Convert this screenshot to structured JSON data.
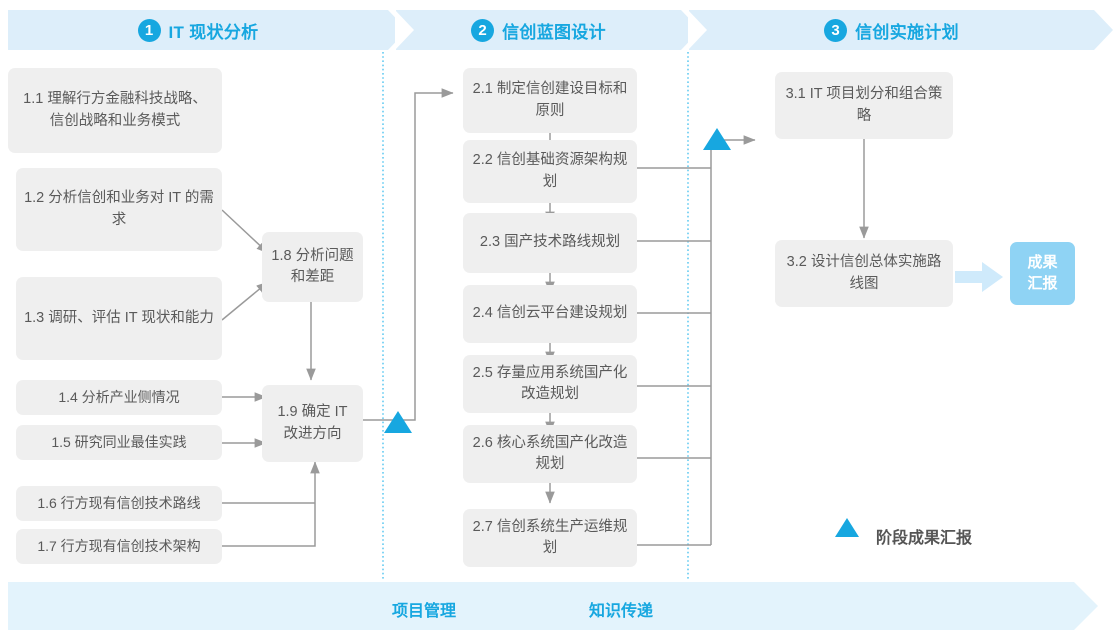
{
  "phases": [
    {
      "number": "1",
      "title": "IT 现状分析"
    },
    {
      "number": "2",
      "title": "信创蓝图设计"
    },
    {
      "number": "3",
      "title": "信创实施计划"
    }
  ],
  "tasks": {
    "p1": [
      {
        "id": "1.1",
        "text": "1.1 理解行方金融科技战略、信创战略和业务模式"
      },
      {
        "id": "1.2",
        "text": "1.2 分析信创和业务对 IT 的需求"
      },
      {
        "id": "1.3",
        "text": "1.3 调研、评估 IT 现状和能力"
      },
      {
        "id": "1.4",
        "text": "1.4 分析产业侧情况"
      },
      {
        "id": "1.5",
        "text": "1.5 研究同业最佳实践"
      },
      {
        "id": "1.6",
        "text": "1.6 行方现有信创技术路线"
      },
      {
        "id": "1.7",
        "text": "1.7 行方现有信创技术架构"
      },
      {
        "id": "1.8",
        "text": "1.8 分析问题和差距"
      },
      {
        "id": "1.9",
        "text": "1.9 确定 IT 改进方向"
      }
    ],
    "p2": [
      {
        "id": "2.1",
        "text": "2.1 制定信创建设目标和原则"
      },
      {
        "id": "2.2",
        "text": "2.2 信创基础资源架构规划"
      },
      {
        "id": "2.3",
        "text": "2.3 国产技术路线规划"
      },
      {
        "id": "2.4",
        "text": "2.4 信创云平台建设规划"
      },
      {
        "id": "2.5",
        "text": "2.5 存量应用系统国产化改造规划"
      },
      {
        "id": "2.6",
        "text": "2.6 核心系统国产化改造规划"
      },
      {
        "id": "2.7",
        "text": "2.7 信创系统生产运维规划"
      }
    ],
    "p3": [
      {
        "id": "3.1",
        "text": "3.1 IT 项目划分和组合策略"
      },
      {
        "id": "3.2",
        "text": "3.2 设计信创总体实施路线图"
      }
    ]
  },
  "deliverable": {
    "label": "成果\n汇报",
    "line1": "成果",
    "line2": "汇报"
  },
  "legend": {
    "label": "阶段成果汇报",
    "icon": "triangle-milestone-icon"
  },
  "ribbon": {
    "items": [
      "项目管理",
      "知识传递"
    ]
  },
  "colors": {
    "accent": "#17a7e0",
    "banner": "#ddeefa",
    "ribbon": "#e3f3fc",
    "box": "#efefef",
    "box_text": "#5a5a5a",
    "deliverable": "#8fd3f4",
    "connector": "#9a9a9a",
    "divider": "#4ec3ef"
  }
}
